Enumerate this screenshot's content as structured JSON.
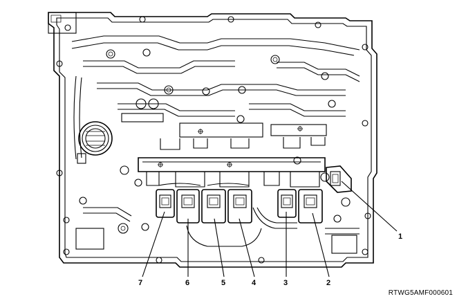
{
  "diagram": {
    "figure_code": "RTWG5AMF000601",
    "callouts": [
      {
        "id": "callout-1",
        "label": "1"
      },
      {
        "id": "callout-2",
        "label": "2"
      },
      {
        "id": "callout-3",
        "label": "3"
      },
      {
        "id": "callout-4",
        "label": "4"
      },
      {
        "id": "callout-5",
        "label": "5"
      },
      {
        "id": "callout-6",
        "label": "6"
      },
      {
        "id": "callout-7",
        "label": "7"
      }
    ]
  }
}
